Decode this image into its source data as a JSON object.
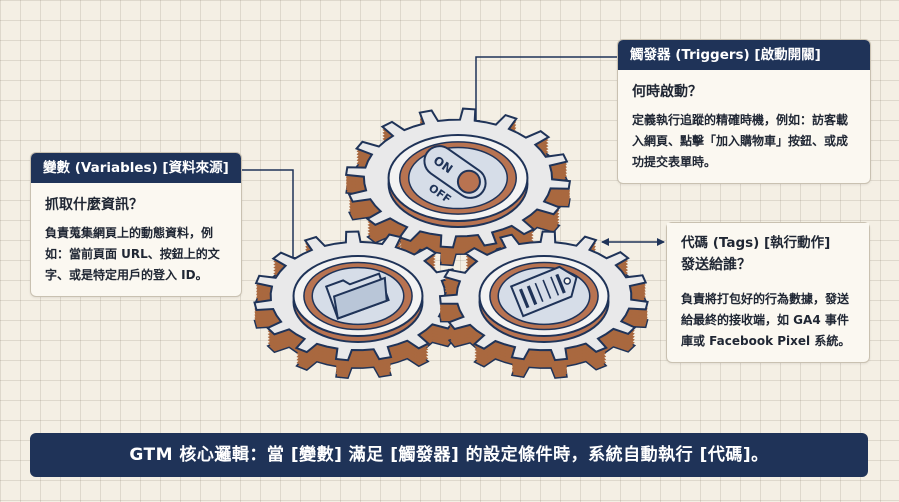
{
  "triggers": {
    "title": "觸發器 (Triggers) [啟動開關]",
    "question": "何時啟動？",
    "description": "定義執行追蹤的精確時機，例如：訪客載入網頁、點擊「加入購物車」按鈕、或成功提交表單時。"
  },
  "variables": {
    "title": "變數 (Variables) [資料來源]",
    "question": "抓取什麼資訊？",
    "description": "負責蒐集網頁上的動態資料，例如：當前頁面 URL、按鈕上的文字、或是特定用戶的登入 ID。"
  },
  "tags": {
    "title": "代碼 (Tags) [執行動作]",
    "question": "發送給誰？",
    "description": "負責將打包好的行為數據，發送給最終的接收端，如 GA4 事件庫或 Facebook Pixel 系統。"
  },
  "switch": {
    "on": "ON",
    "off": "OFF"
  },
  "banner": "GTM 核心邏輯：當 [變數] 滿足 [觸發器] 的設定條件時，系統自動執行 [代碼]。",
  "colors": {
    "navy": "#1f3358",
    "gear_face": "#e9e9ea",
    "gear_side": "#a9683f",
    "inner_ring": "#b87351",
    "inner_face": "#d6dde8"
  }
}
